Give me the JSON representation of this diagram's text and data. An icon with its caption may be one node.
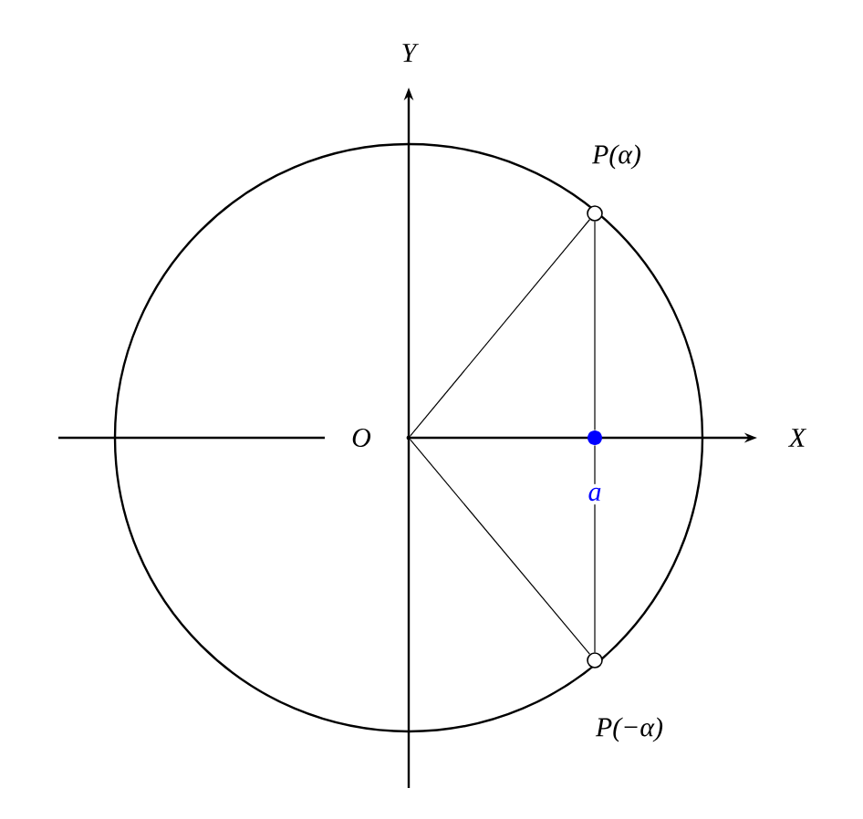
{
  "diagram": {
    "nodes": [
      {
        "text": [],
        "shape": "point",
        "beside": [
          "O"
        ]
      },
      {
        "text": [],
        "shape": "circle",
        "beside": [
          "P(α)"
        ]
      },
      {
        "text": [],
        "shape": "circle",
        "beside": [
          "P(−α)"
        ]
      },
      {
        "text": [],
        "shape": "dot",
        "beside": [
          "a"
        ]
      }
    ],
    "edges": [
      {
        "from": 0,
        "to": 1,
        "arrow": "none"
      },
      {
        "from": 0,
        "to": 2,
        "arrow": "none"
      },
      {
        "from": 1,
        "to": 3,
        "arrow": "none"
      },
      {
        "from": 3,
        "to": 2,
        "arrow": "none"
      }
    ],
    "labels": [
      "X",
      "Y"
    ]
  }
}
